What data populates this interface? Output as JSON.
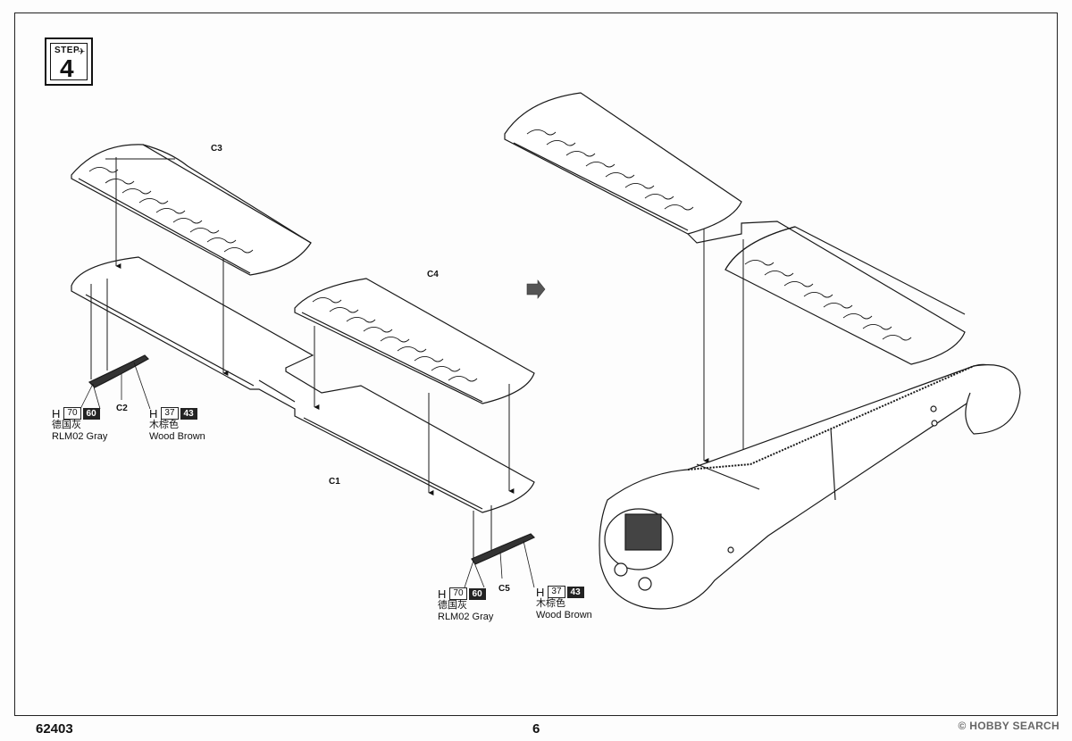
{
  "step": {
    "word": "STEP",
    "number": "4"
  },
  "parts": {
    "c1": "C1",
    "c2": "C2",
    "c3": "C3",
    "c4": "C4",
    "c5": "C5"
  },
  "paints": {
    "gray": {
      "prefix": "H",
      "code_a": "70",
      "code_b": "60",
      "name_cn": "德国灰",
      "name_en": "RLM02 Gray"
    },
    "brown": {
      "prefix": "H",
      "code_a": "37",
      "code_b": "43",
      "name_cn": "木棕色",
      "name_en": "Wood Brown"
    }
  },
  "footer": {
    "kit_number": "62403",
    "page_number": "6"
  },
  "watermark": "© HOBBY SEARCH",
  "icons": [
    "airplane-icon",
    "arrow-right-icon"
  ]
}
